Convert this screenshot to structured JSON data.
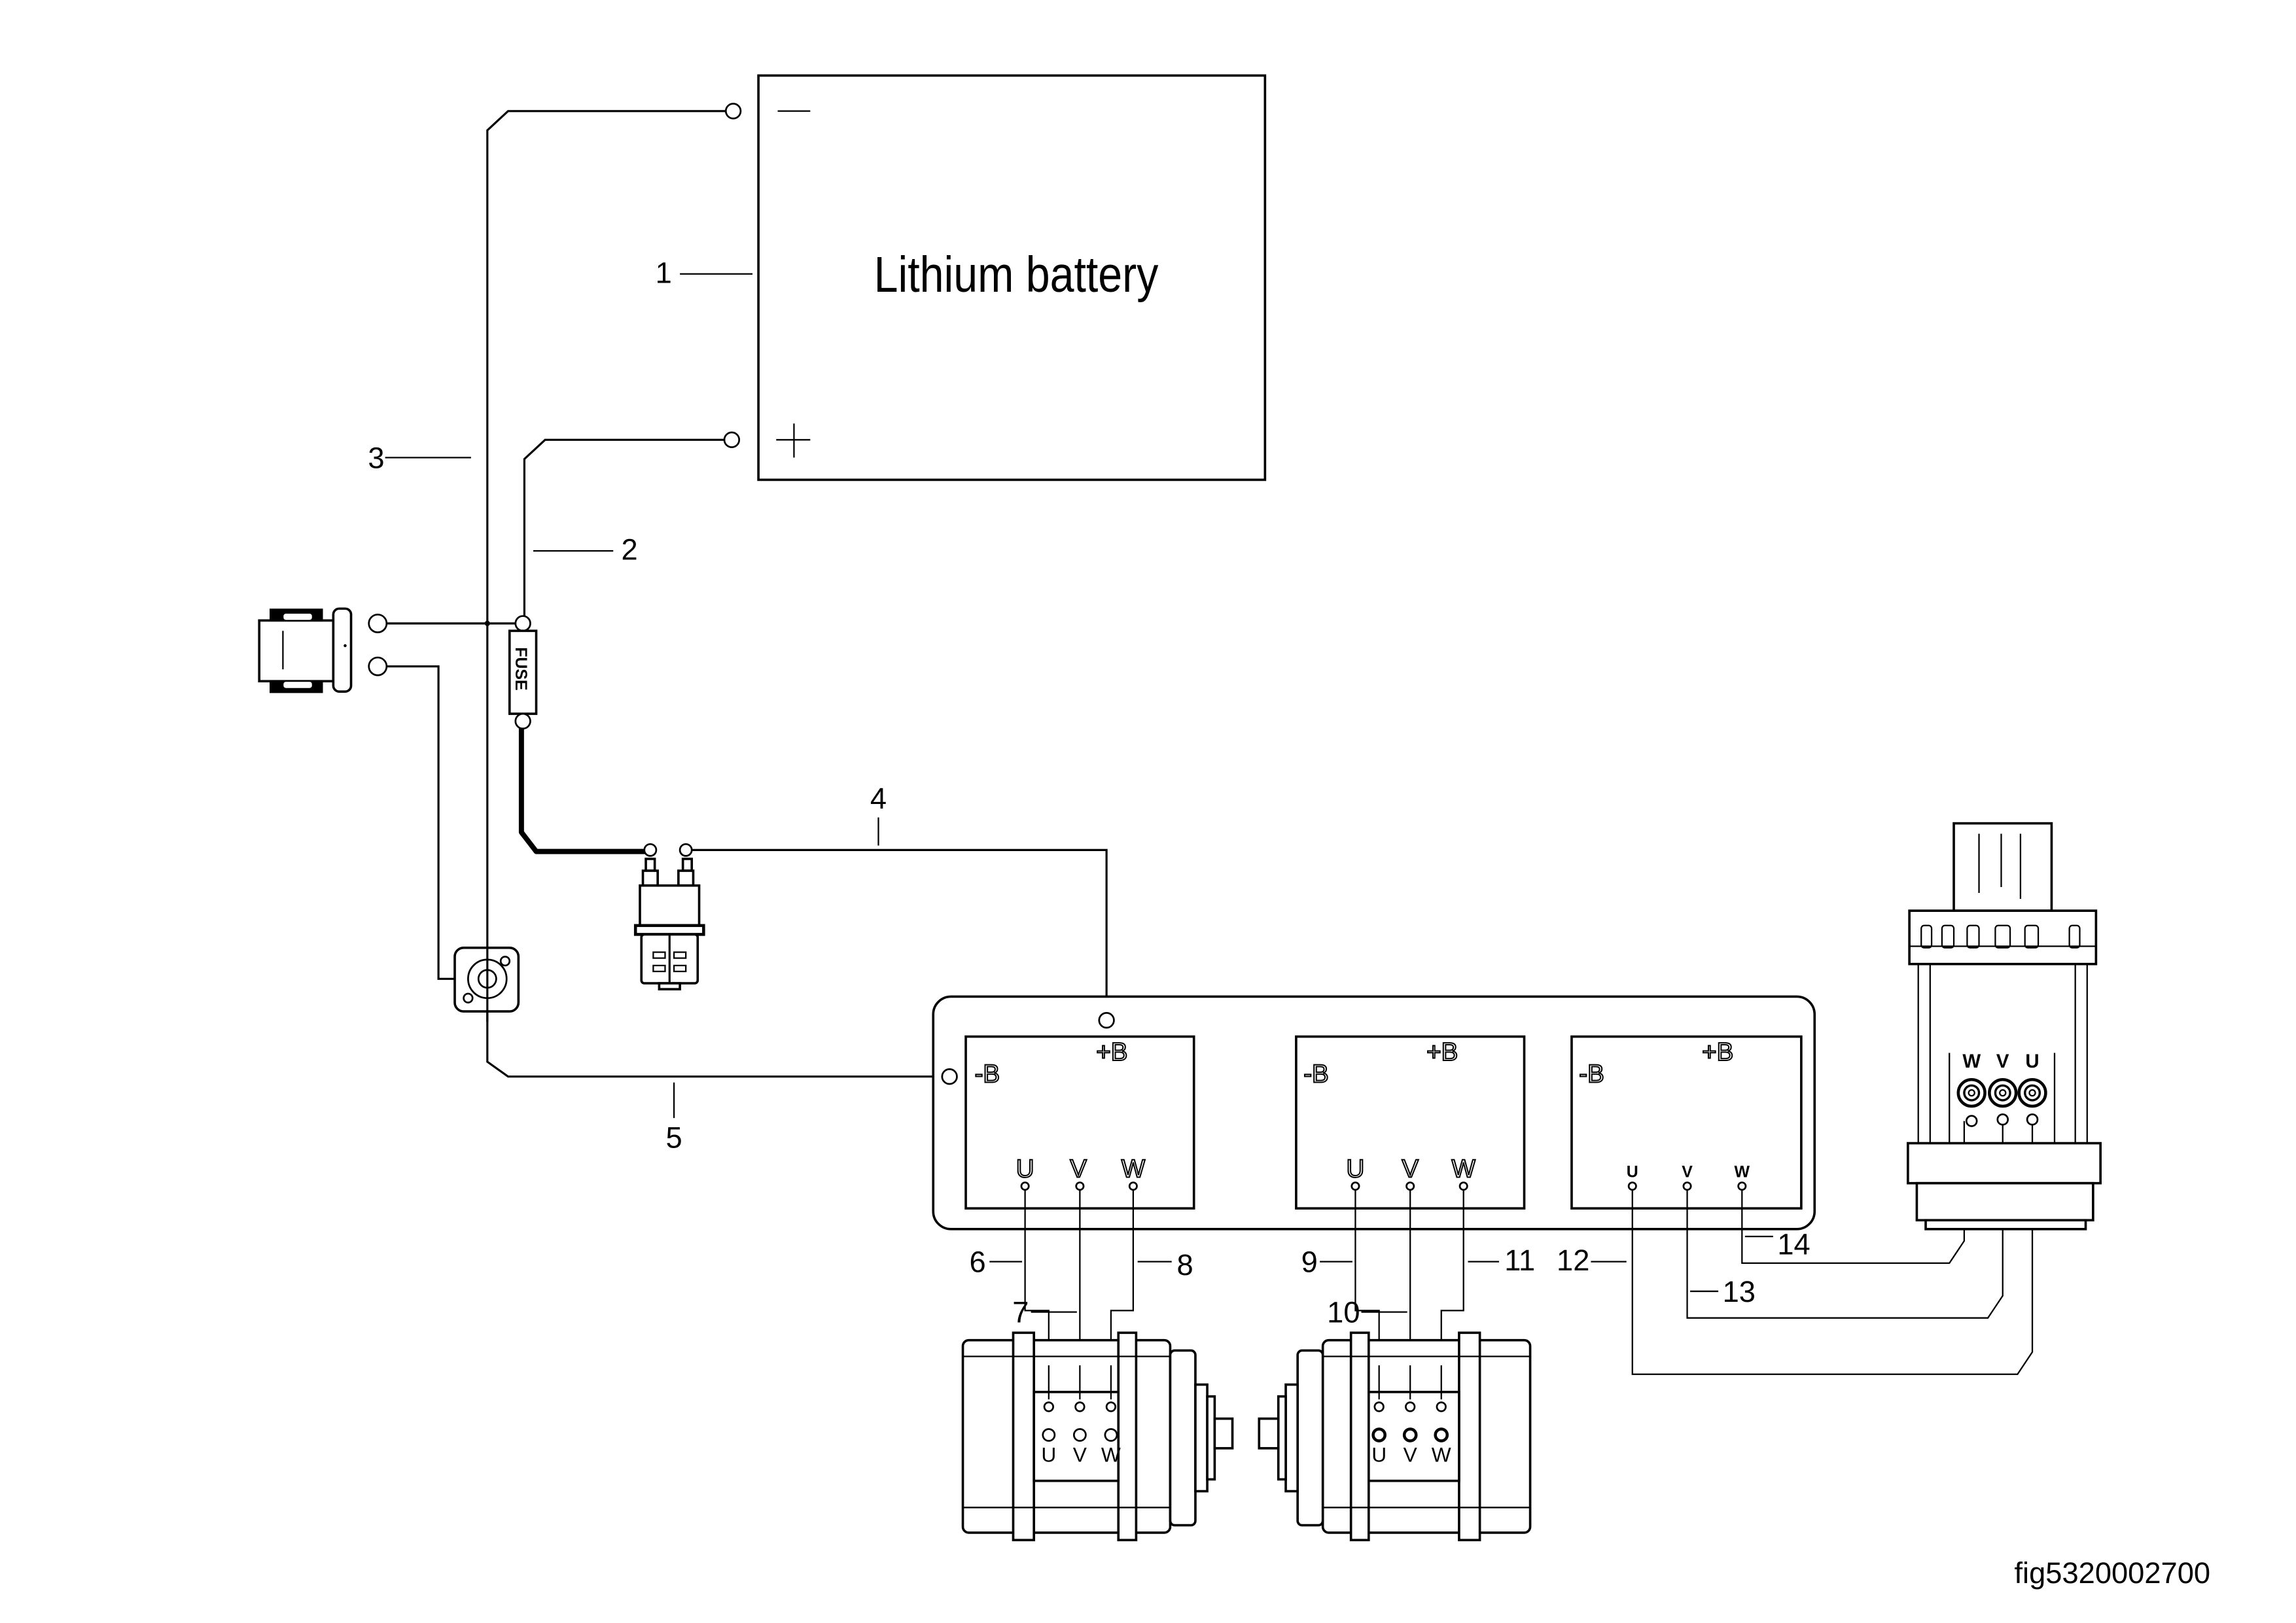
{
  "figure_id": "fig5320002700",
  "battery": {
    "title": "Lithium battery",
    "negative_symbol": "—",
    "positive_symbol": "+"
  },
  "fuse": {
    "label": "FUSE"
  },
  "controller": {
    "modules": [
      {
        "neg_label": "-B",
        "pos_label": "+B",
        "phases": [
          "U",
          "V",
          "W"
        ]
      },
      {
        "neg_label": "-B",
        "pos_label": "+B",
        "phases": [
          "U",
          "V",
          "W"
        ]
      },
      {
        "neg_label": "-B",
        "pos_label": "+B",
        "phases": [
          "U",
          "V",
          "W"
        ]
      }
    ]
  },
  "traction_motors": [
    {
      "phases": [
        "U",
        "V",
        "W"
      ]
    },
    {
      "phases": [
        "U",
        "V",
        "W"
      ]
    }
  ],
  "pump_motor": {
    "phases": [
      "W",
      "V",
      "U"
    ]
  },
  "callouts": {
    "c1": "1",
    "c2": "2",
    "c3": "3",
    "c4": "4",
    "c5": "5",
    "c6": "6",
    "c7": "7",
    "c8": "8",
    "c9": "9",
    "c10": "10",
    "c11": "11",
    "c12": "12",
    "c13": "13",
    "c14": "14"
  }
}
